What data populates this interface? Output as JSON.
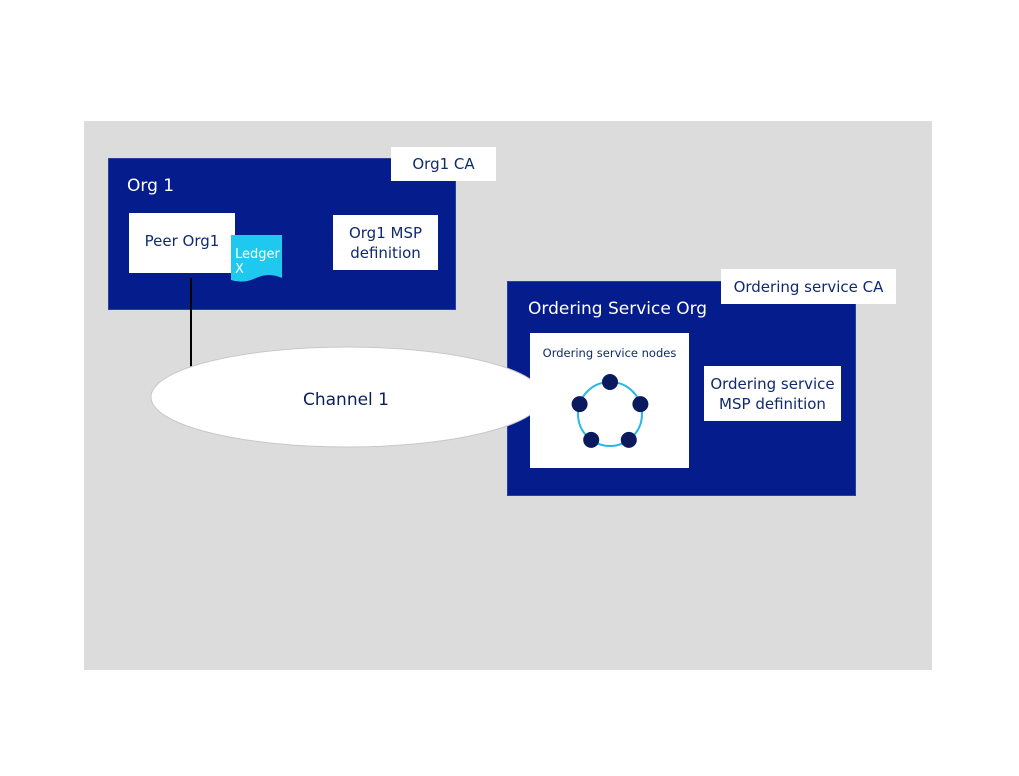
{
  "org1": {
    "title": "Org 1",
    "ca_label": "Org1 CA",
    "peer_label": "Peer Org1",
    "ledger_label": "Ledger X",
    "msp_label": "Org1 MSP definition"
  },
  "channel": {
    "label": "Channel 1"
  },
  "ordering_org": {
    "title": "Ordering Service Org",
    "ca_label": "Ordering service CA",
    "nodes_label": "Ordering service nodes",
    "node_count": 5,
    "msp_label": "Ordering service MSP definition"
  },
  "colors": {
    "org_fill": "#051c8c",
    "ledger_fill": "#1ec8ef",
    "ring_stroke": "#2ab7e8",
    "node_fill": "#0b1a5e",
    "canvas_bg": "#dcdcdc"
  }
}
